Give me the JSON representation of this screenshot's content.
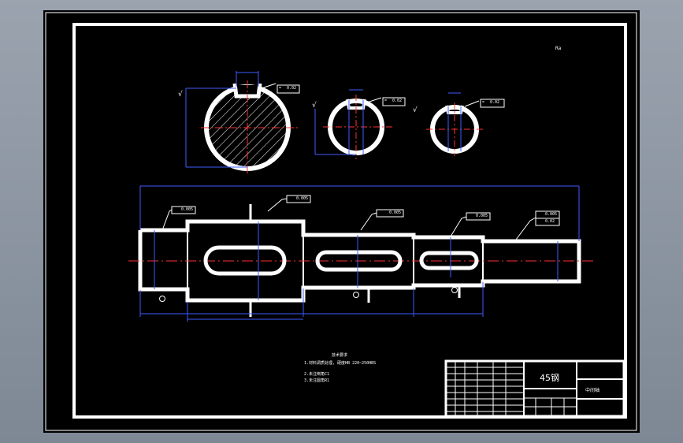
{
  "drawing": {
    "scale_symbol": "Ra",
    "sections": [
      {
        "flatness": "0.02",
        "flatness_symbol": "="
      },
      {
        "flatness": "0.02",
        "flatness_symbol": "="
      },
      {
        "flatness": "0.02",
        "flatness_symbol": "="
      }
    ],
    "shaft_tolerances": [
      {
        "symbol": "◇",
        "value": "0.005"
      },
      {
        "symbol": "//",
        "value": "0.005"
      },
      {
        "symbol": "◇",
        "value": "0.005"
      },
      {
        "symbol": "◇",
        "value": "0.005"
      },
      {
        "symbol": "◇",
        "value": "0.005"
      },
      {
        "symbol": "//",
        "value": "0.02"
      }
    ],
    "notes": {
      "title": "技术要求",
      "line1": "1.材料调质处理, 硬度HB 220~250HBS",
      "line2": "2.未注倒角C1",
      "line3": "3.未注圆角R1"
    }
  },
  "title_block": {
    "material": "45钢",
    "part_name": "中间轴"
  }
}
